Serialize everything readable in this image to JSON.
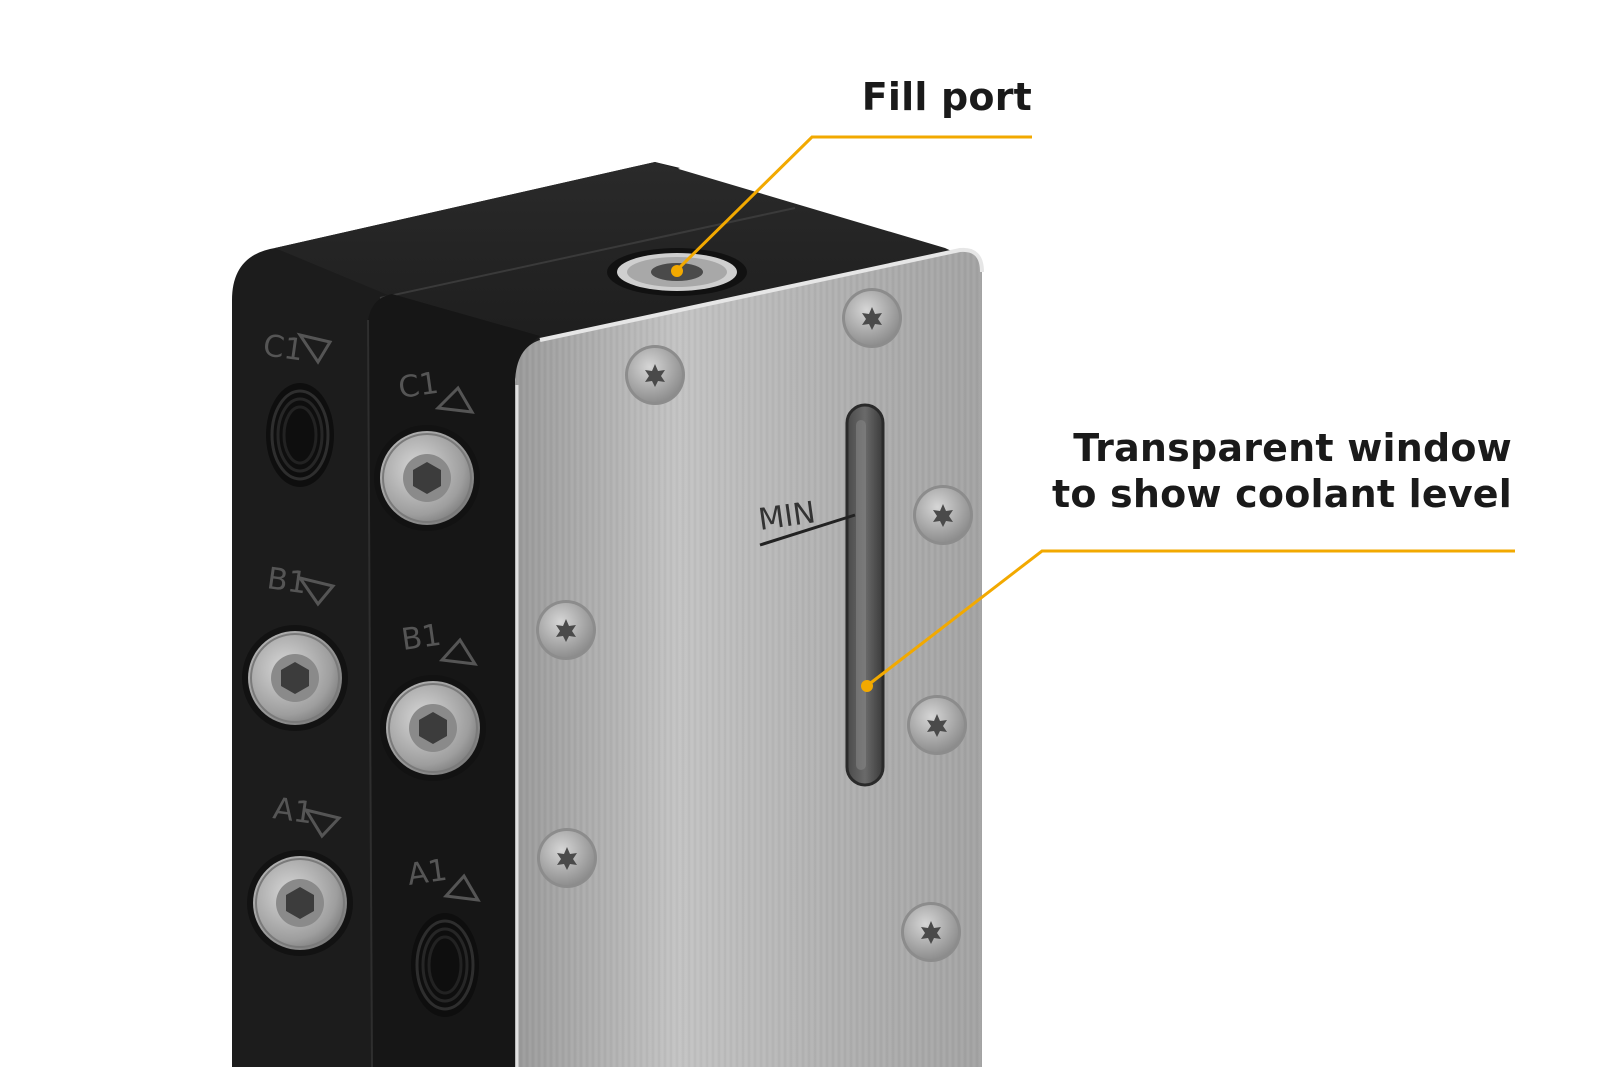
{
  "callouts": {
    "fill_port": {
      "label": "Fill port"
    },
    "window": {
      "line1": "Transparent window",
      "line2": "to show coolant level"
    }
  },
  "markings": {
    "min": "MIN",
    "left_face": [
      "C1",
      "B1",
      "A1"
    ],
    "middle_face": [
      "C1",
      "B1",
      "A1"
    ]
  },
  "colors": {
    "accent": "#f2a900",
    "block_black": "#1e1e1e",
    "plate_steel": "#b4b4b4",
    "text": "#1a1a1a"
  },
  "icons": [
    "torx-screw-icon",
    "hex-plug-icon",
    "threaded-port-icon",
    "triangle-marker-icon"
  ]
}
